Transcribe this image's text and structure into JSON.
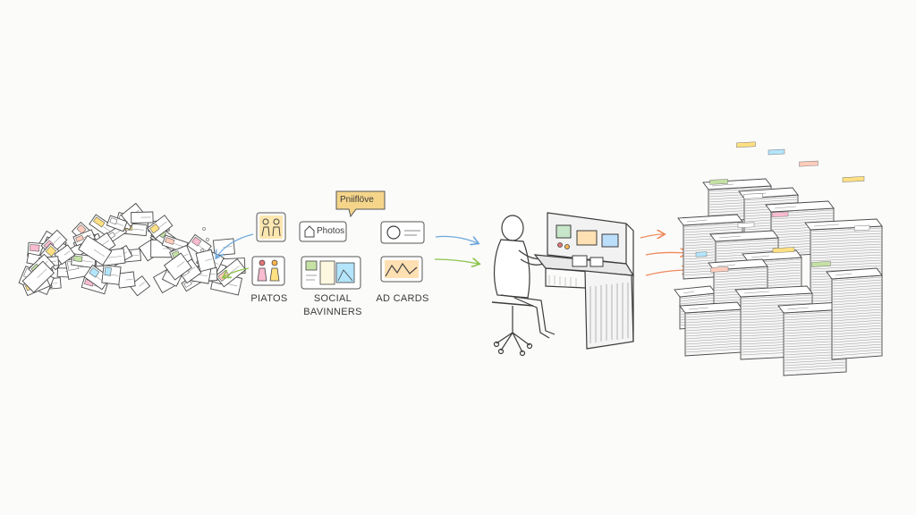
{
  "icons": {
    "tooltip_label": "Pniiflöve",
    "photos_label": "Photos",
    "cc_label": "©"
  },
  "labels": {
    "photos": "PIATOS",
    "social_line1": "SOCIAL",
    "social_line2": "BAVINNERS",
    "ad_cards": "AD CARDS"
  },
  "colors": {
    "arrow_blue": "#6fa8dc",
    "arrow_green": "#8bc34a",
    "arrow_orange": "#f08a5d",
    "tooltip_fill": "#f5d58a",
    "pencil": "#4a4a4a"
  }
}
